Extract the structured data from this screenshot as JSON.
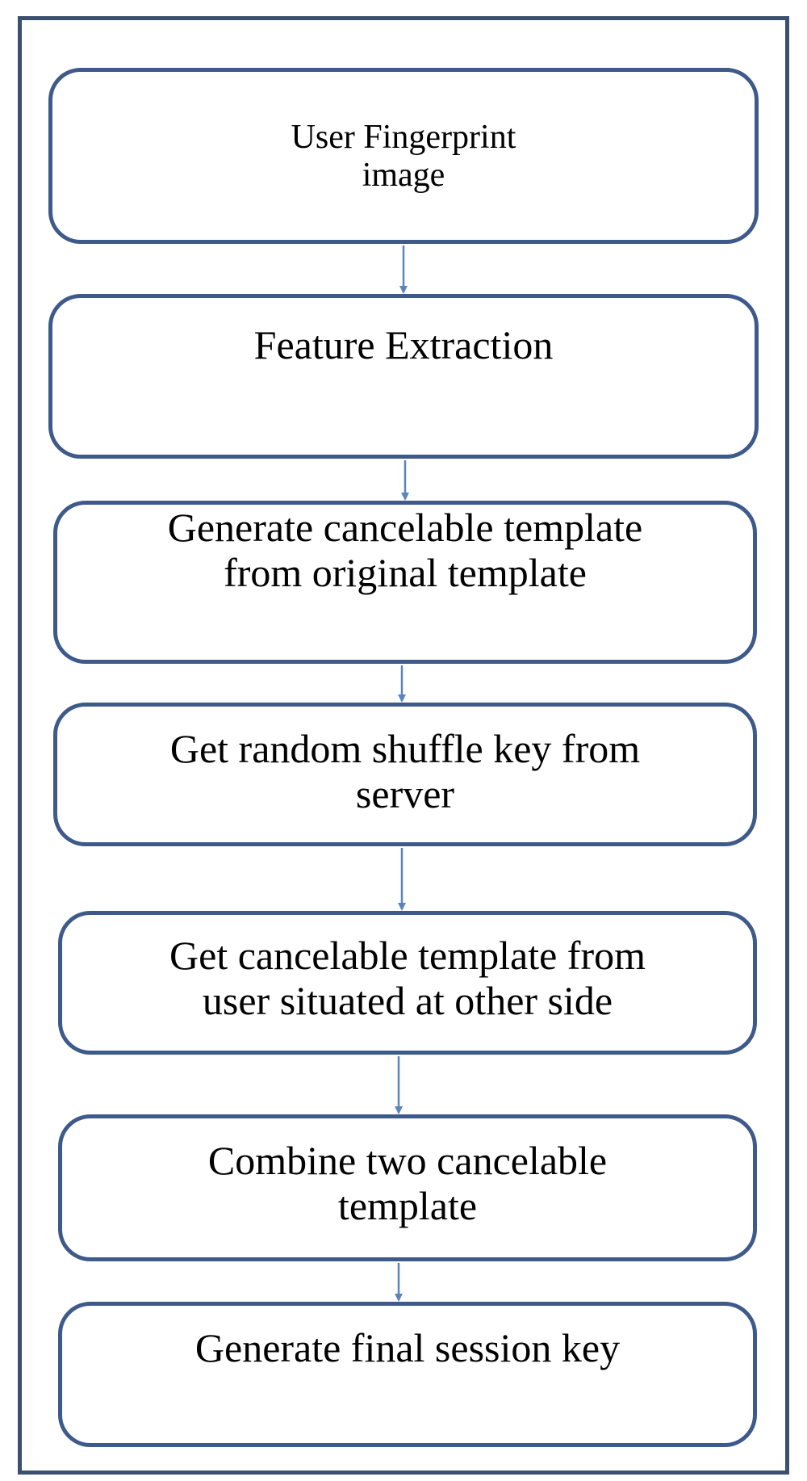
{
  "diagram": {
    "accent_color": "#5b84bf",
    "border_color": "#3e5a8a",
    "steps": [
      {
        "id": "step-1",
        "label": "User Fingerprint\nimage"
      },
      {
        "id": "step-2",
        "label": "Feature Extraction"
      },
      {
        "id": "step-3",
        "label": "Generate cancelable template\nfrom original  template"
      },
      {
        "id": "step-4",
        "label": "Get random shuffle   key from\nserver"
      },
      {
        "id": "step-5",
        "label": "Get cancelable template from\nuser situated at other side"
      },
      {
        "id": "step-6",
        "label": "Combine two cancelable\ntemplate"
      },
      {
        "id": "step-7",
        "label": "Generate final session key"
      }
    ]
  }
}
